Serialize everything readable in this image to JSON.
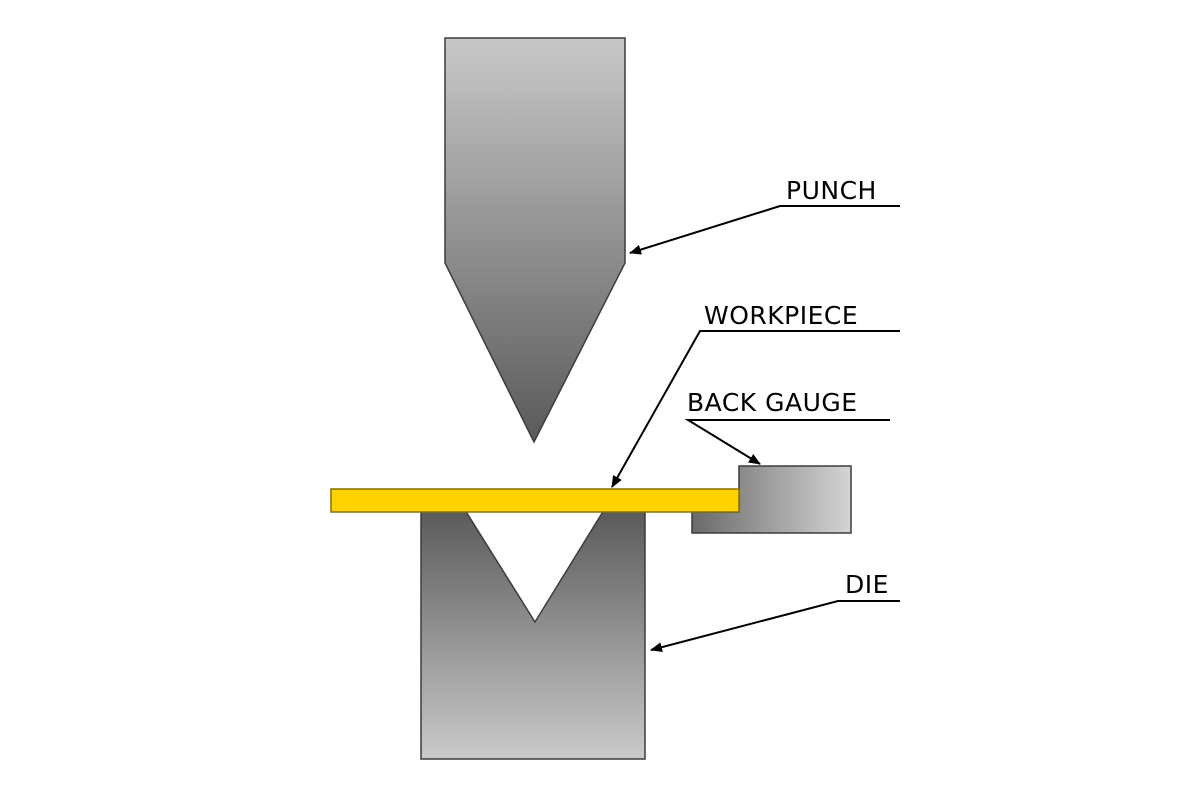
{
  "labels": {
    "punch": "PUNCH",
    "workpiece": "WORKPIECE",
    "back_gauge": "BACK GAUGE",
    "die": "DIE"
  },
  "colors": {
    "background": "#ffffff",
    "workpiece_fill": "#ffd200",
    "workpiece_stroke": "#8a7000",
    "metal_light": "#c8c8c8",
    "metal_dark": "#5a5a5a",
    "outline": "#3c3c3c",
    "text": "#000000"
  }
}
